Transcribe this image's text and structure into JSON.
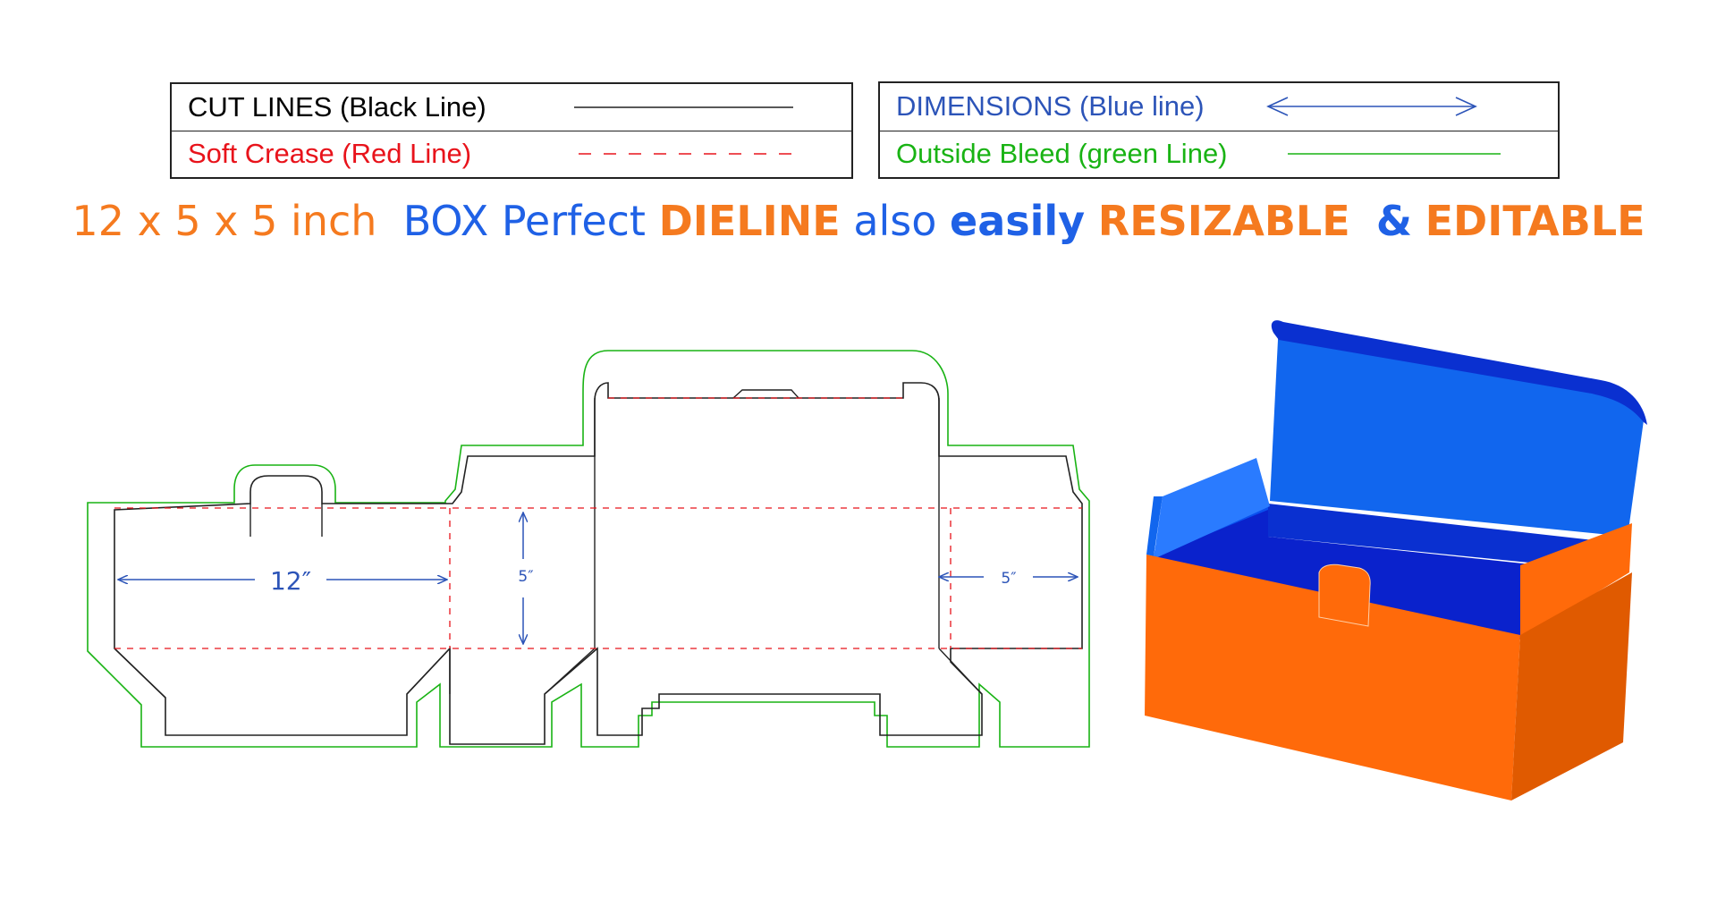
{
  "legend": {
    "cut_lines": "CUT LINES (Black Line)",
    "soft_crease": "Soft Crease (Red Line)",
    "dimensions": "DIMENSIONS (Blue line)",
    "outside_bleed": "Outside Bleed (green Line)"
  },
  "headline": {
    "size": "12 x 5 x 5 inch",
    "box": "BOX Perfect",
    "dieline": "DIELINE",
    "also": "also",
    "easily": "easily",
    "resizable": "RESIZABLE",
    "amp": "&",
    "editable": "EDITABLE"
  },
  "dieline": {
    "dim_length": "12″",
    "dim_height": "5″",
    "dim_width": "5″"
  },
  "colors": {
    "cut": "#222222",
    "crease": "#e8131b",
    "dimension": "#2c54b8",
    "bleed": "#19b314",
    "box_orange": "#ff6a0a",
    "box_orange_dark": "#e05a00",
    "box_blue": "#1166ee",
    "box_blue_dark": "#0a30d0"
  }
}
